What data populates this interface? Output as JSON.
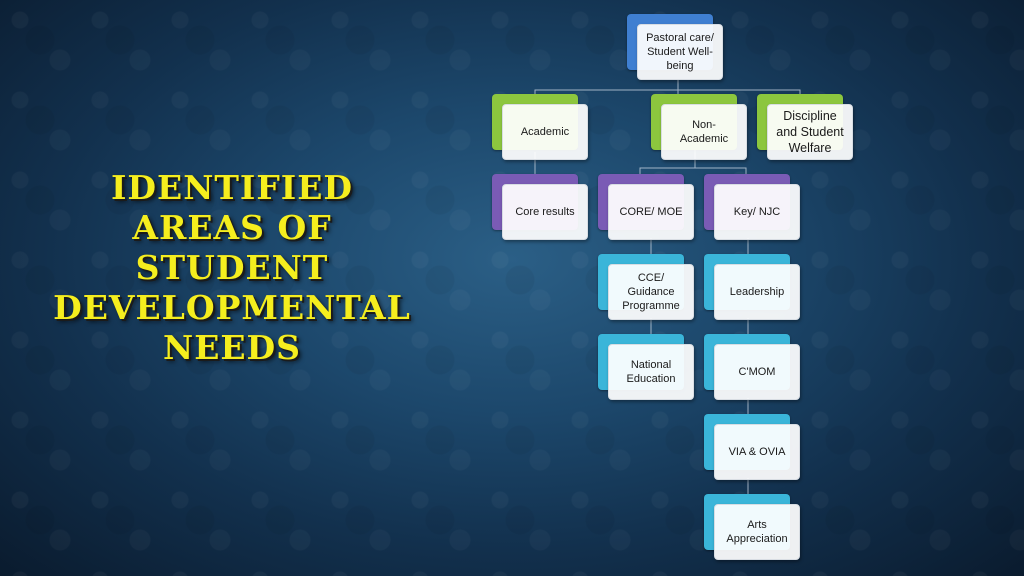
{
  "title": {
    "lines": [
      "IDENTIFIED",
      "AREAS OF",
      "STUDENT",
      "DEVELOPMENTAL",
      "NEEDS"
    ]
  },
  "nodes": {
    "root": "Pastoral care/\nStudent Well-\nbeing",
    "academic": "Academic",
    "non_academic": "Non-\nAcademic",
    "discipline": "Discipline\nand Student\nWelfare",
    "core_results": "Core results",
    "core_moe": "CORE/ MOE",
    "key_njc": "Key/ NJC",
    "cce": "CCE/\nGuidance\nProgramme",
    "national_education": "National\nEducation",
    "leadership": "Leadership",
    "cmom": "C'MOM",
    "via_ovia": "VIA & OVIA",
    "arts": "Arts\nAppreciation"
  },
  "colors": {
    "title": "#f5ee1e",
    "level0": "#3f7fd1",
    "level1": "#8cc63e",
    "level2": "#7a5bb5",
    "level3": "#3ab5d9"
  }
}
